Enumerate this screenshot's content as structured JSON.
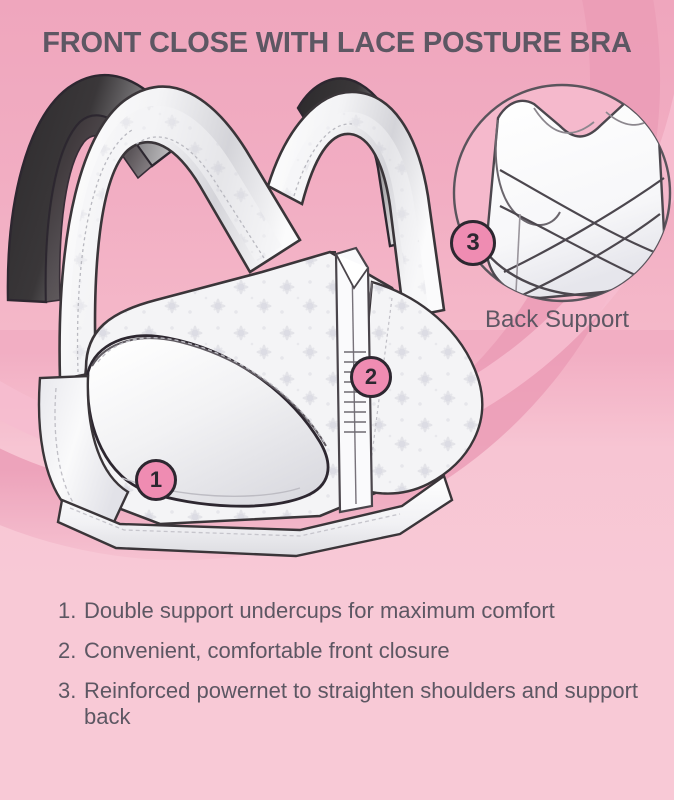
{
  "poster": {
    "title": "FRONT CLOSE WITH LACE POSTURE BRA",
    "background_color": "#f2aec3",
    "background_color_bottom": "#f8c9d6",
    "title_color": "#5d5763",
    "accent_color": "#ef8cb2",
    "outline_color": "#2d2730"
  },
  "callouts": [
    {
      "number": "1",
      "label": "undercup-callout"
    },
    {
      "number": "2",
      "label": "front-closure-callout"
    },
    {
      "number": "3",
      "label": "back-support-callout"
    }
  ],
  "inset": {
    "badge_number": "3",
    "caption": "Back Support"
  },
  "features": [
    {
      "number": "1.",
      "text": "Double support undercups for maximum comfort"
    },
    {
      "number": "2.",
      "text": "Convenient, comfortable front closure"
    },
    {
      "number": "3.",
      "text": "Reinforced powernet to straighten shoulders and support back"
    }
  ]
}
